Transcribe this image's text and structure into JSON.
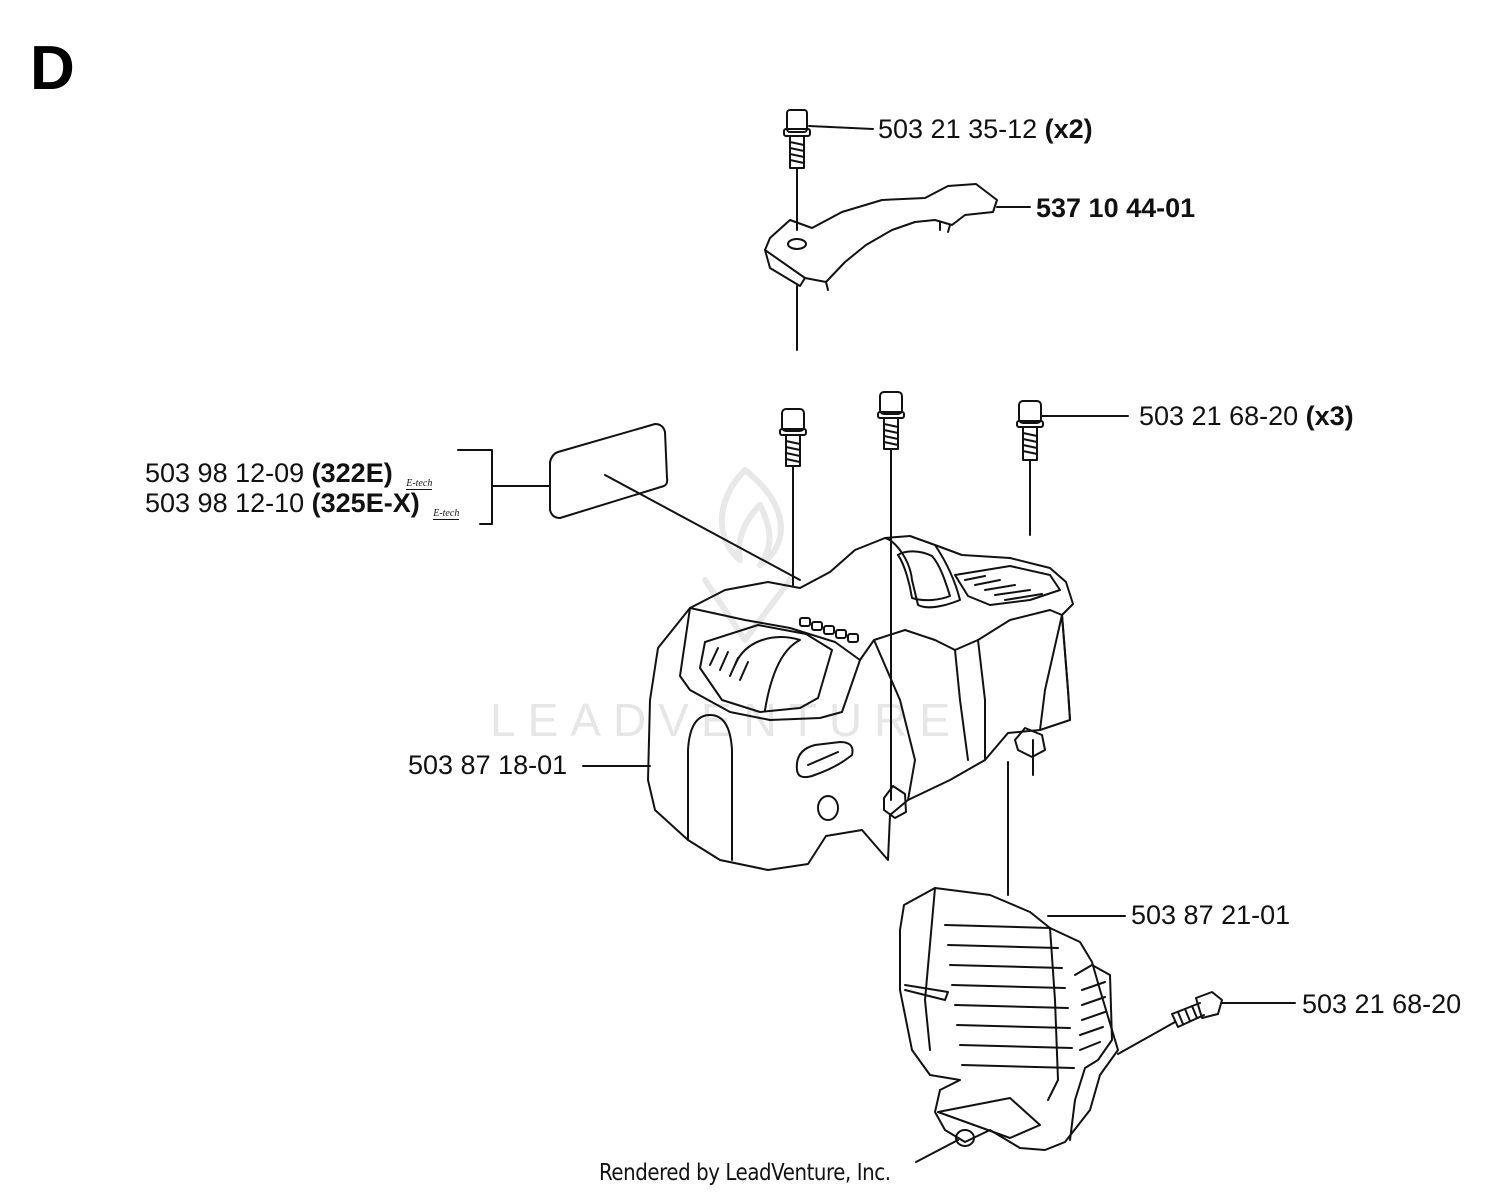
{
  "section_letter": "D",
  "watermark": "LEADVENTURE",
  "footer": "Rendered by LeadVenture, Inc.",
  "parts": [
    {
      "id": "screw-top",
      "number": "503 21 35-12",
      "qualifier": "(x2)",
      "bold": false
    },
    {
      "id": "handle-bracket",
      "number": "537 10 44-01",
      "qualifier": "",
      "bold": true
    },
    {
      "id": "screws-three",
      "number": "503 21 68-20",
      "qualifier": "(x3)",
      "bold": false
    },
    {
      "id": "decal-322e",
      "number": "503 98 12-09",
      "qualifier": "(322E)",
      "badge": "E-tech",
      "bold": false
    },
    {
      "id": "decal-325ex",
      "number": "503 98 12-10",
      "qualifier": "(325E-X)",
      "badge": "E-tech",
      "bold": false
    },
    {
      "id": "cylinder-cover",
      "number": "503 87 18-01",
      "qualifier": "",
      "bold": false
    },
    {
      "id": "air-guide",
      "number": "503 87 21-01",
      "qualifier": "",
      "bold": false
    },
    {
      "id": "screw-single",
      "number": "503 21 68-20",
      "qualifier": "",
      "bold": false
    }
  ]
}
